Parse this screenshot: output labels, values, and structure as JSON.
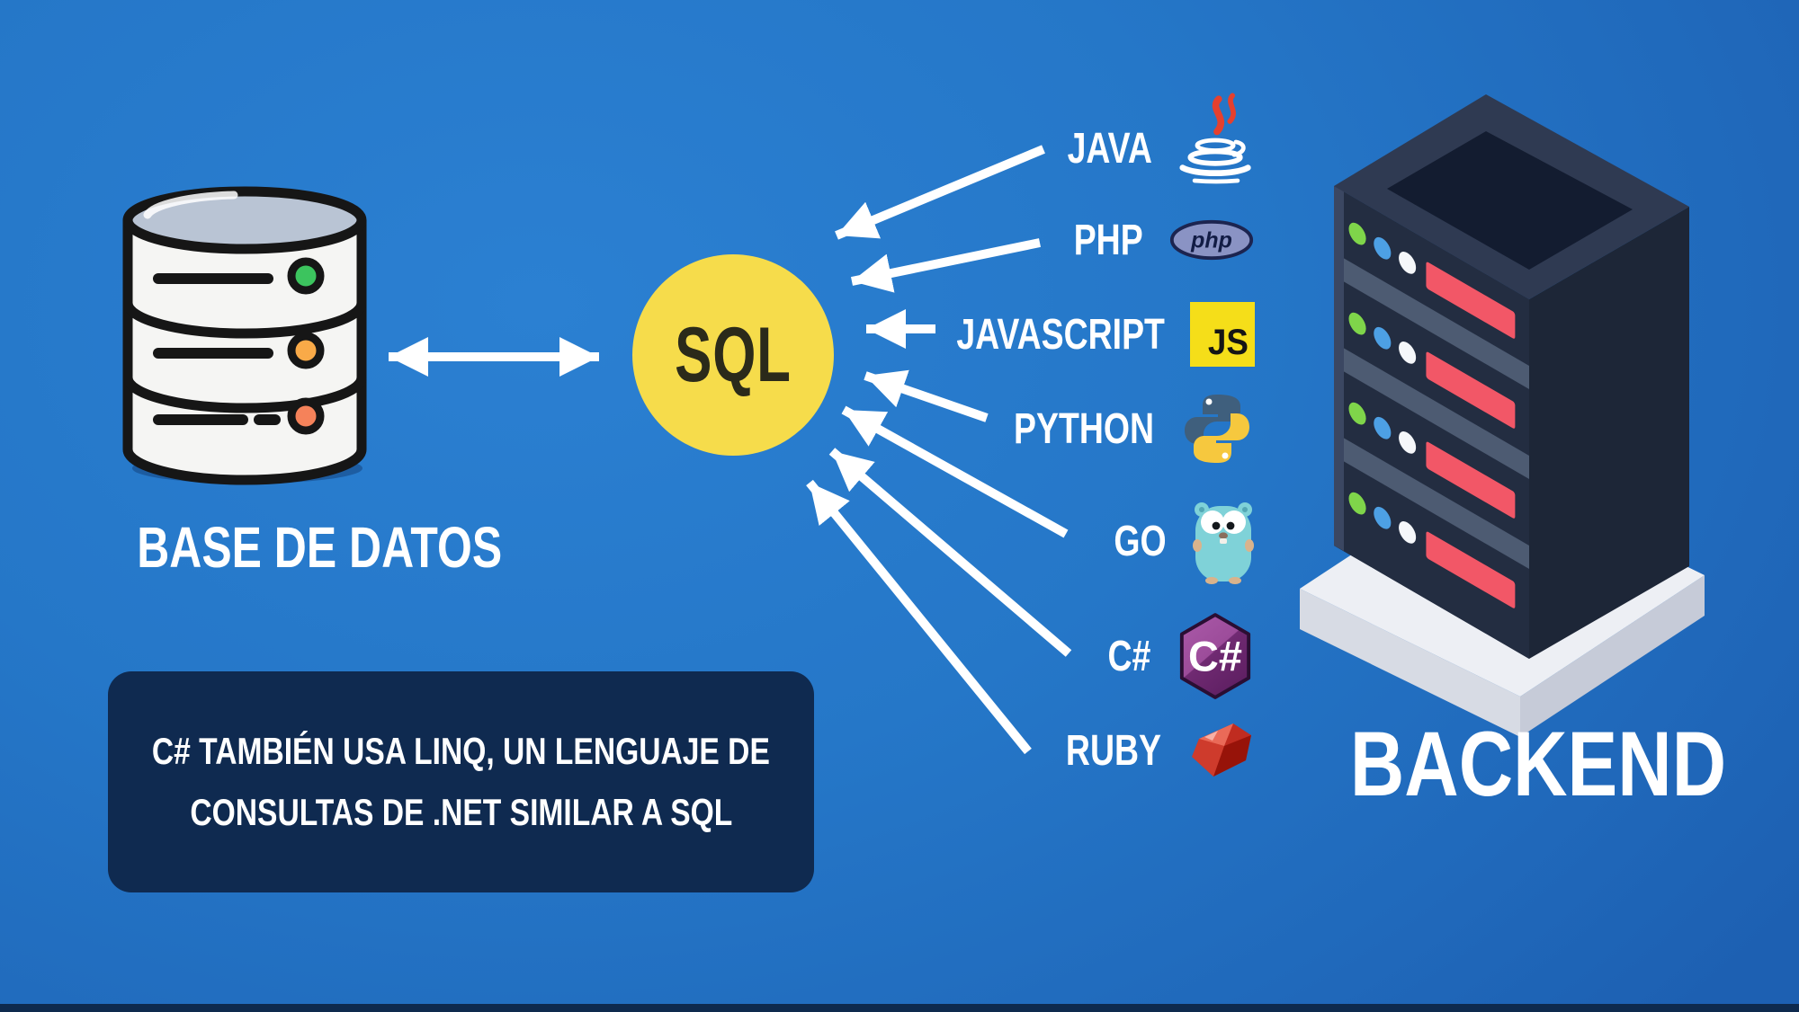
{
  "diagram_title": "SQL backend languages infographic",
  "database": {
    "label": "BASE DE DATOS",
    "icon": "database-cylinder-icon",
    "dot_colors": [
      "#3cc45e",
      "#f9aa48",
      "#f5825a"
    ],
    "top_color": "#b9c4d4"
  },
  "sql_node": {
    "label": "SQL",
    "circle_color": "#f6dc4b",
    "text_color": "#2b2a1a"
  },
  "languages": [
    {
      "name": "JAVA",
      "icon": "java-icon"
    },
    {
      "name": "PHP",
      "icon": "php-icon",
      "badge": "php"
    },
    {
      "name": "JAVASCRIPT",
      "icon": "javascript-icon",
      "badge": "JS"
    },
    {
      "name": "PYTHON",
      "icon": "python-icon"
    },
    {
      "name": "GO",
      "icon": "go-gopher-icon"
    },
    {
      "name": "C#",
      "icon": "csharp-icon",
      "badge": "C#"
    },
    {
      "name": "RUBY",
      "icon": "ruby-icon"
    }
  ],
  "backend": {
    "label": "BACKEND",
    "icon": "server-tower-icon",
    "led_colors": [
      "#7fd54a",
      "#4da0e4",
      "#f5f7fa"
    ],
    "bar_color": "#f25767"
  },
  "note_box": {
    "line1": "C# TAMBIÉN USA LINQ, UN LENGUAJE DE",
    "line2": "CONSULTAS DE .NET SIMILAR A SQL",
    "background": "#0f2a50"
  },
  "colors": {
    "canvas_blue": "#2577c8",
    "arrow_white": "#ffffff",
    "sql_yellow": "#f6dc4b",
    "server_navy": "#232d41",
    "platform_white": "#edeff4"
  }
}
